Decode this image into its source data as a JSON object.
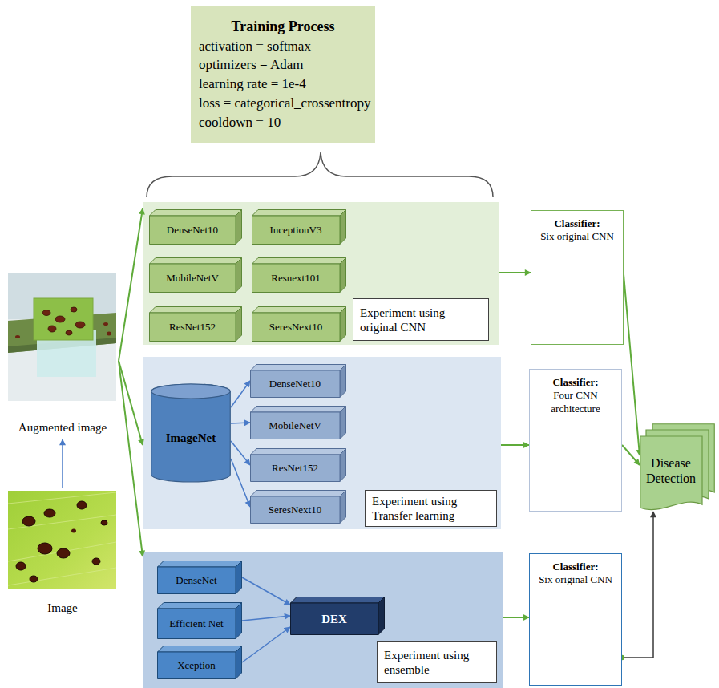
{
  "diagram": {
    "nodes": [
      {
        "text": [
          "Training Process",
          "activation = softmax",
          "optimizers = Adam",
          "learning rate = 1e-4",
          "loss = categorical_crossentropy",
          "cooldown = 10"
        ]
      },
      {
        "text": [
          "Experiment using original CNN"
        ]
      },
      {
        "text": [
          "DenseNet10"
        ],
        "in": 1
      },
      {
        "text": [
          "InceptionV3"
        ],
        "in": 1
      },
      {
        "text": [
          "MobileNetV"
        ],
        "in": 1
      },
      {
        "text": [
          "Resnext101"
        ],
        "in": 1
      },
      {
        "text": [
          "ResNet152"
        ],
        "in": 1
      },
      {
        "text": [
          "SeresNext10"
        ],
        "in": 1
      },
      {
        "text": [
          "Classifier:",
          "Six original CNN"
        ]
      },
      {
        "text": [
          "Augmented image"
        ]
      },
      {
        "text": [
          "Experiment using Transfer learning"
        ]
      },
      {
        "text": [
          "ImageNet"
        ],
        "in": 10
      },
      {
        "text": [
          "DenseNet10"
        ],
        "in": 10
      },
      {
        "text": [
          "MobileNetV"
        ],
        "in": 10
      },
      {
        "text": [
          "ResNet152"
        ],
        "in": 10
      },
      {
        "text": [
          "SeresNext10"
        ],
        "in": 10
      },
      {
        "text": [
          "Classifier:",
          "Four CNN architecture"
        ]
      },
      {
        "text": [
          "Disease Detection"
        ]
      },
      {
        "text": [
          "Experiment using ensemble"
        ]
      },
      {
        "text": [
          "DenseNet"
        ],
        "in": 18
      },
      {
        "text": [
          "Efficient Net"
        ],
        "in": 18
      },
      {
        "text": [
          "Xception"
        ],
        "in": 18
      },
      {
        "text": [
          "DEX"
        ],
        "in": 18
      },
      {
        "text": [
          "Classifier:",
          "Six original CNN"
        ]
      },
      {
        "text": [
          "Image"
        ]
      }
    ],
    "edges": [
      {
        "from": 9,
        "to": 1,
        "arrow": "to"
      },
      {
        "from": 9,
        "to": 10,
        "arrow": "to"
      },
      {
        "from": 9,
        "to": 18,
        "arrow": "to"
      },
      {
        "from": 24,
        "to": 9,
        "arrow": "to"
      },
      {
        "from": 11,
        "to": 12,
        "arrow": "to"
      },
      {
        "from": 11,
        "to": 13,
        "arrow": "to"
      },
      {
        "from": 11,
        "to": 14,
        "arrow": "to"
      },
      {
        "from": 11,
        "to": 15,
        "arrow": "to"
      },
      {
        "from": 19,
        "to": 22,
        "arrow": "to"
      },
      {
        "from": 20,
        "to": 22,
        "arrow": "to"
      },
      {
        "from": 21,
        "to": 22,
        "arrow": "to"
      },
      {
        "from": 1,
        "to": 8,
        "arrow": "to"
      },
      {
        "from": 10,
        "to": 16,
        "arrow": "to"
      },
      {
        "from": 18,
        "to": 23,
        "arrow": "to"
      },
      {
        "from": 8,
        "to": 17,
        "arrow": "to"
      },
      {
        "from": 16,
        "to": 17,
        "arrow": "to"
      },
      {
        "from": 23,
        "to": 17,
        "arrow": "to"
      }
    ]
  }
}
